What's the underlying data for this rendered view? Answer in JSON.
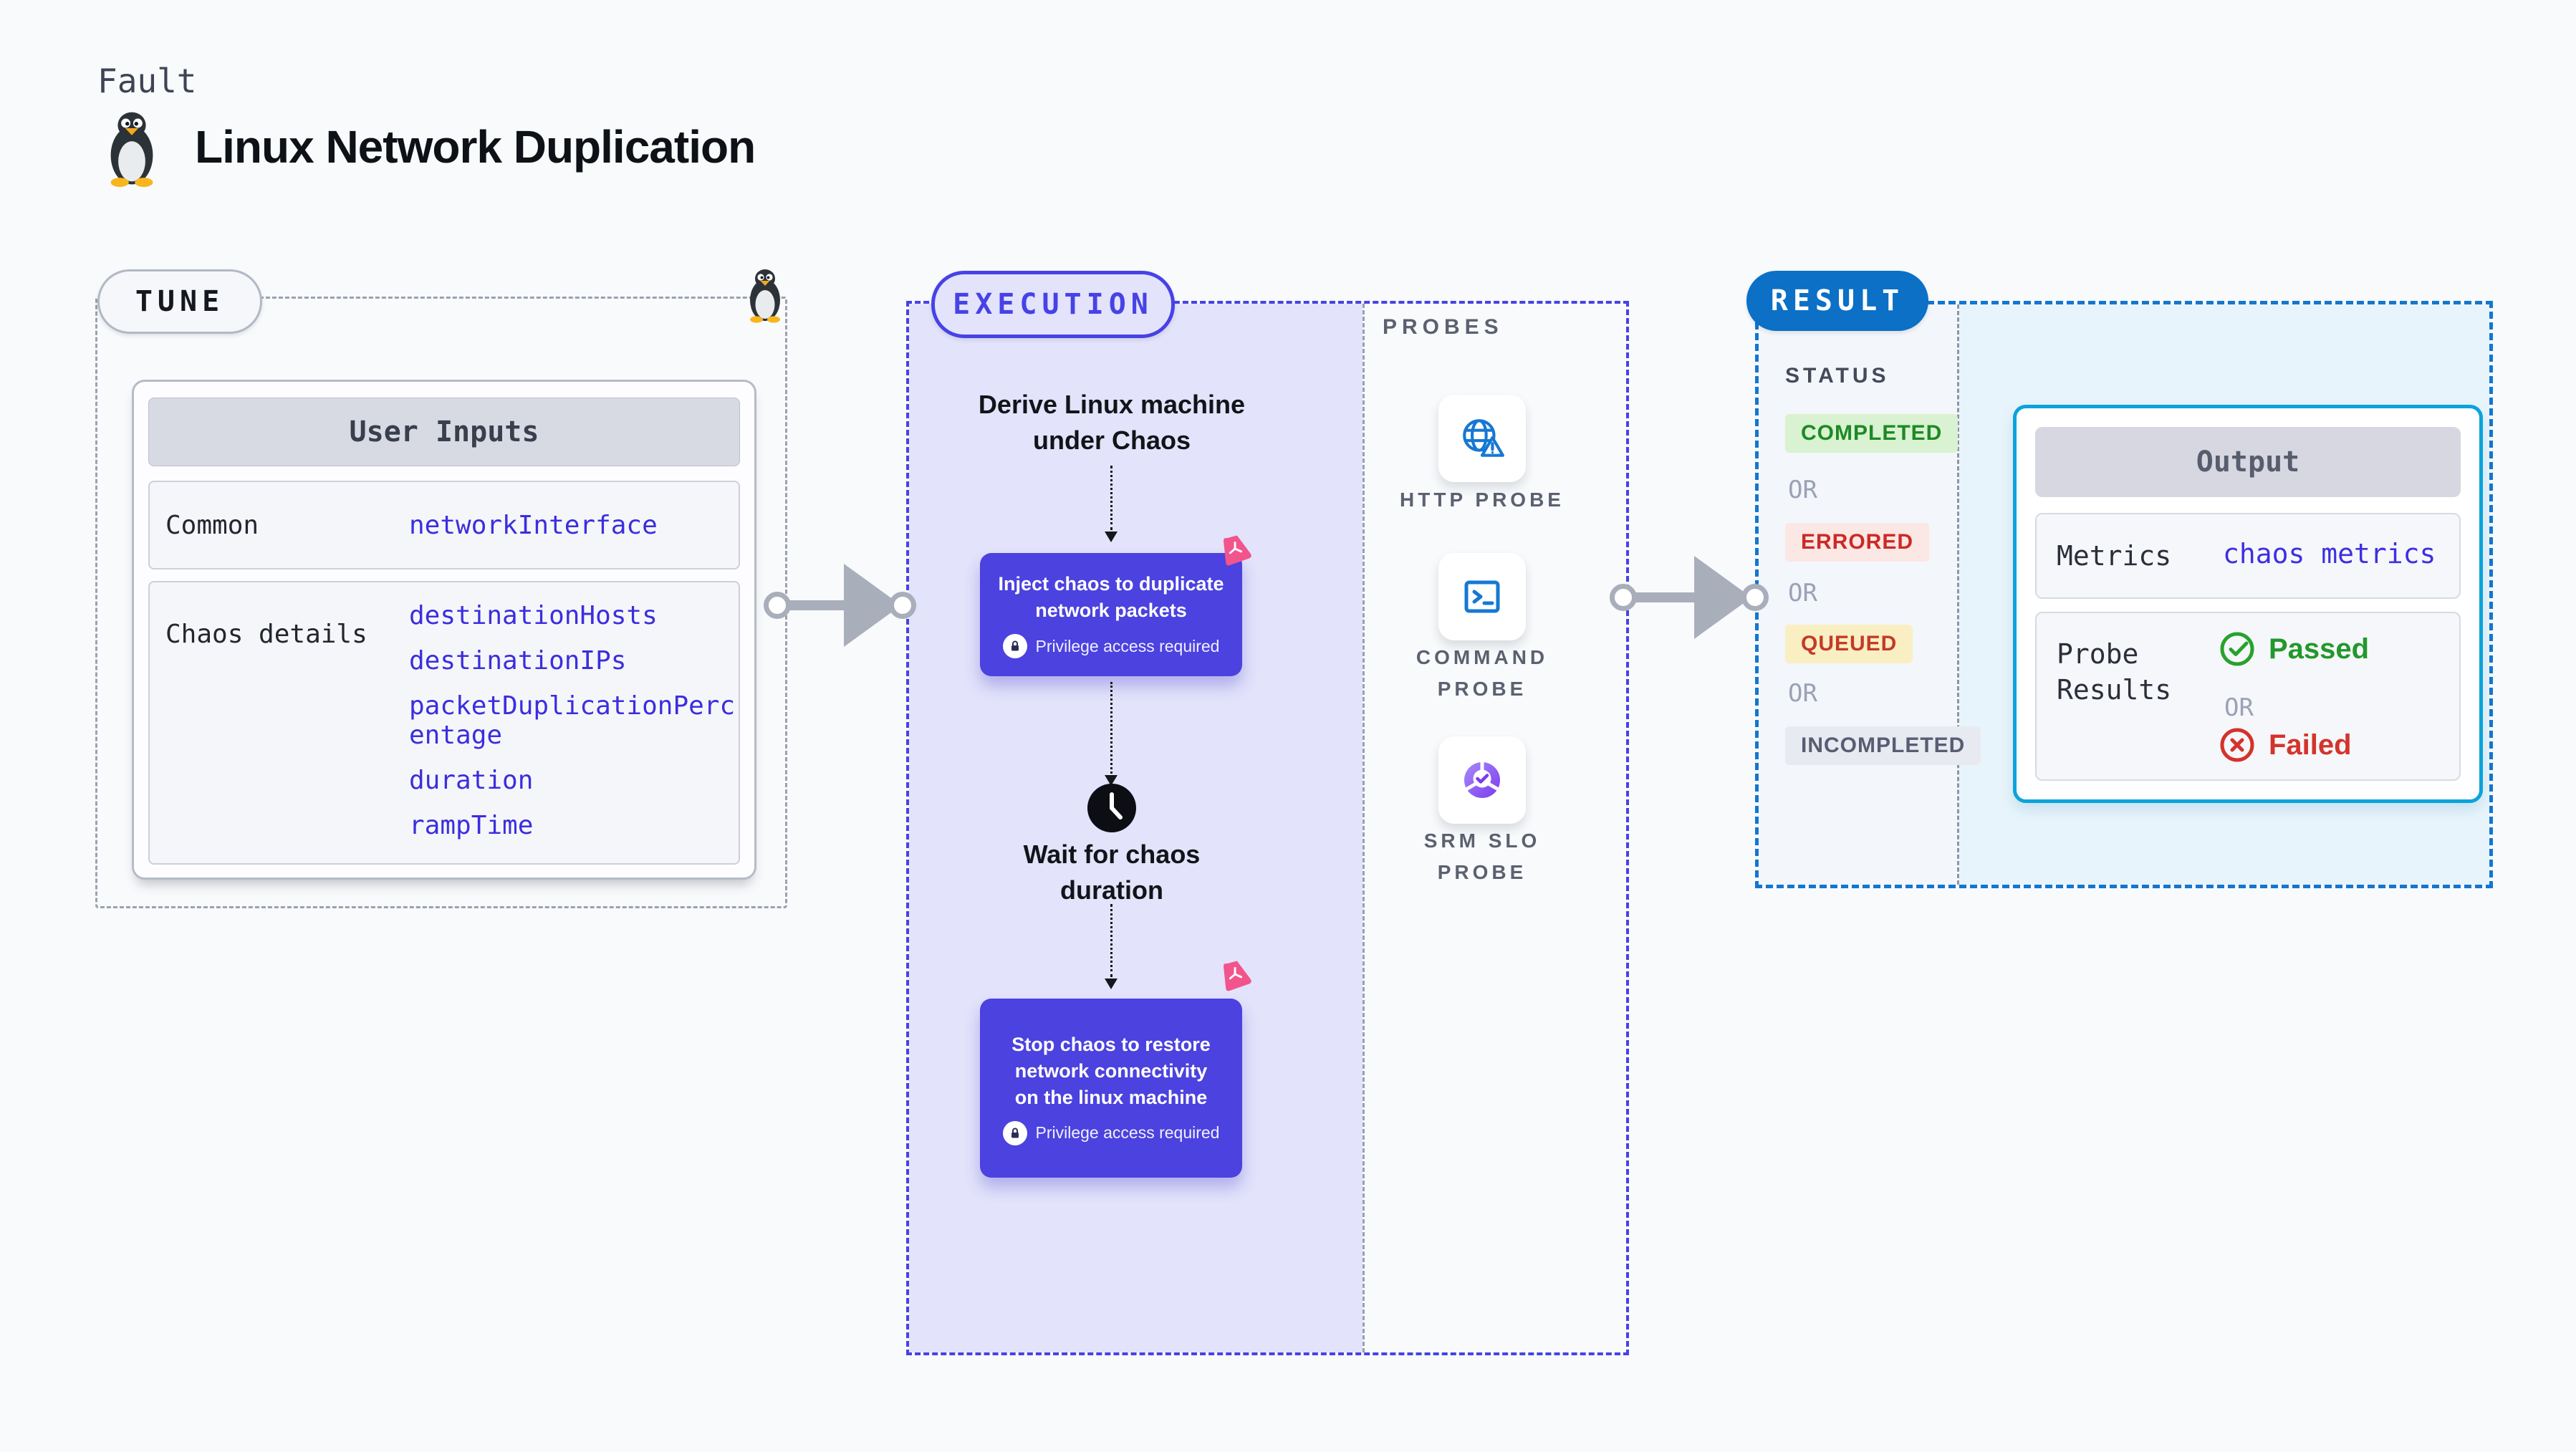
{
  "header": {
    "eyebrow": "Fault",
    "title": "Linux Network Duplication",
    "icon": "penguin-icon"
  },
  "tune": {
    "label": "TUNE",
    "card": {
      "title": "User Inputs",
      "rows": [
        {
          "label": "Common",
          "values": [
            "networkInterface"
          ]
        },
        {
          "label": "Chaos details",
          "values": [
            "destinationHosts",
            "destinationIPs",
            "packetDuplicationPercentage",
            "duration",
            "rampTime"
          ]
        }
      ]
    }
  },
  "execution": {
    "label": "EXECUTION",
    "derive_step": "Derive Linux machine under Chaos",
    "inject_step": "Inject chaos to duplicate network packets",
    "wait_step": "Wait for chaos duration",
    "stop_step": "Stop chaos to restore network connectivity on the linux machine",
    "privilege_note": "Privilege access required"
  },
  "probes": {
    "label": "PROBES",
    "items": [
      {
        "icon": "globe-alert-icon",
        "line1": "HTTP PROBE",
        "line2": ""
      },
      {
        "icon": "terminal-icon",
        "line1": "COMMAND",
        "line2": "PROBE"
      },
      {
        "icon": "slo-donut-icon",
        "line1": "SRM SLO",
        "line2": "PROBE"
      }
    ]
  },
  "result": {
    "label": "RESULT",
    "status_heading": "STATUS",
    "or_label": "OR",
    "statuses": [
      {
        "text": "COMPLETED",
        "bg": "#d9f2d2",
        "fg": "#1d8a24"
      },
      {
        "text": "ERRORED",
        "bg": "#fbe7e4",
        "fg": "#cb2a27"
      },
      {
        "text": "QUEUED",
        "bg": "#f9efc2",
        "fg": "#c43a28"
      },
      {
        "text": "INCOMPLETED",
        "bg": "#e8eaf1",
        "fg": "#575e73"
      }
    ],
    "output": {
      "title": "Output",
      "metrics_label": "Metrics",
      "metrics_value": "chaos metrics",
      "probe_results_label": "Probe Results",
      "passed": "Passed",
      "failed": "Failed"
    }
  },
  "colors": {
    "page_bg": "#f8fafc",
    "execution_fill": "#e3e3fb",
    "execution_border": "#4742e6",
    "step_box": "#4b42df",
    "chaos_accent": "#f2548c",
    "result_border": "#1277d2",
    "result_fill": "#e8f4fb",
    "result_pill": "#0b70c6",
    "output_border": "#0ba3dc",
    "value_text": "#3b2ede",
    "arrow_gray": "#a9aebb",
    "passed_green": "#27a22d",
    "failed_red": "#d4322b"
  }
}
